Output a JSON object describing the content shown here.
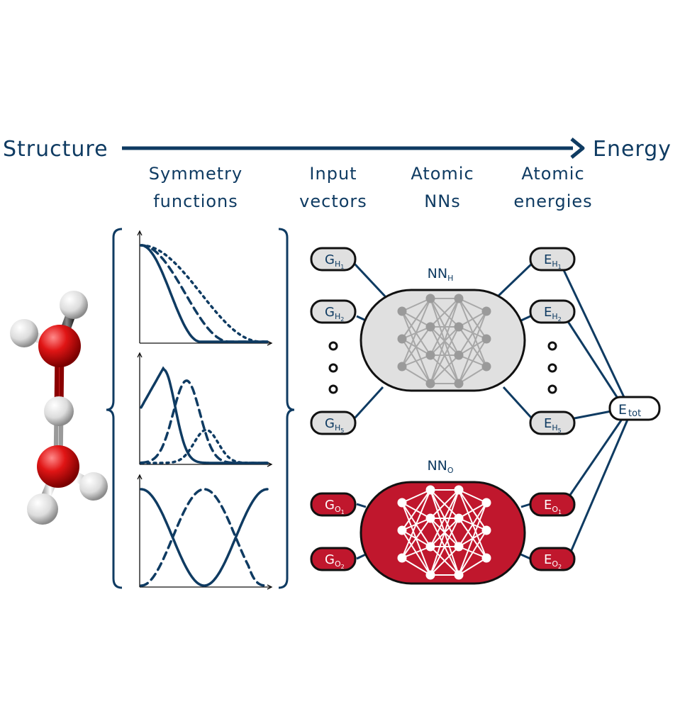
{
  "header": {
    "structure": "Structure",
    "energy": "Energy"
  },
  "columns": {
    "symmetry": [
      "Symmetry",
      "functions"
    ],
    "input": [
      "Input",
      "vectors"
    ],
    "atomic_nns": [
      "Atomic",
      "NNs"
    ],
    "atomic_energies": [
      "Atomic",
      "energies"
    ]
  },
  "networks": {
    "hydrogen": {
      "name": "NN",
      "sub": "H",
      "color": "#e0e0e0"
    },
    "oxygen": {
      "name": "NN",
      "sub": "O",
      "color": "#c0172d"
    }
  },
  "inputs_h": [
    {
      "main": "G",
      "sub": "H",
      "idx": "1"
    },
    {
      "main": "G",
      "sub": "H",
      "idx": "2"
    },
    {
      "main": "G",
      "sub": "H",
      "idx": "5"
    }
  ],
  "inputs_o": [
    {
      "main": "G",
      "sub": "O",
      "idx": "1"
    },
    {
      "main": "G",
      "sub": "O",
      "idx": "2"
    }
  ],
  "energies_h": [
    {
      "main": "E",
      "sub": "H",
      "idx": "1"
    },
    {
      "main": "E",
      "sub": "H",
      "idx": "2"
    },
    {
      "main": "E",
      "sub": "H",
      "idx": "5"
    }
  ],
  "energies_o": [
    {
      "main": "E",
      "sub": "O",
      "idx": "1"
    },
    {
      "main": "E",
      "sub": "O",
      "idx": "2"
    }
  ],
  "total": {
    "main": "E",
    "sub": "tot"
  },
  "colors": {
    "navy": "#0f3b62",
    "red": "#c0172d",
    "grey_node": "#e0e0e0",
    "grey_net": "#9a9a9a"
  }
}
